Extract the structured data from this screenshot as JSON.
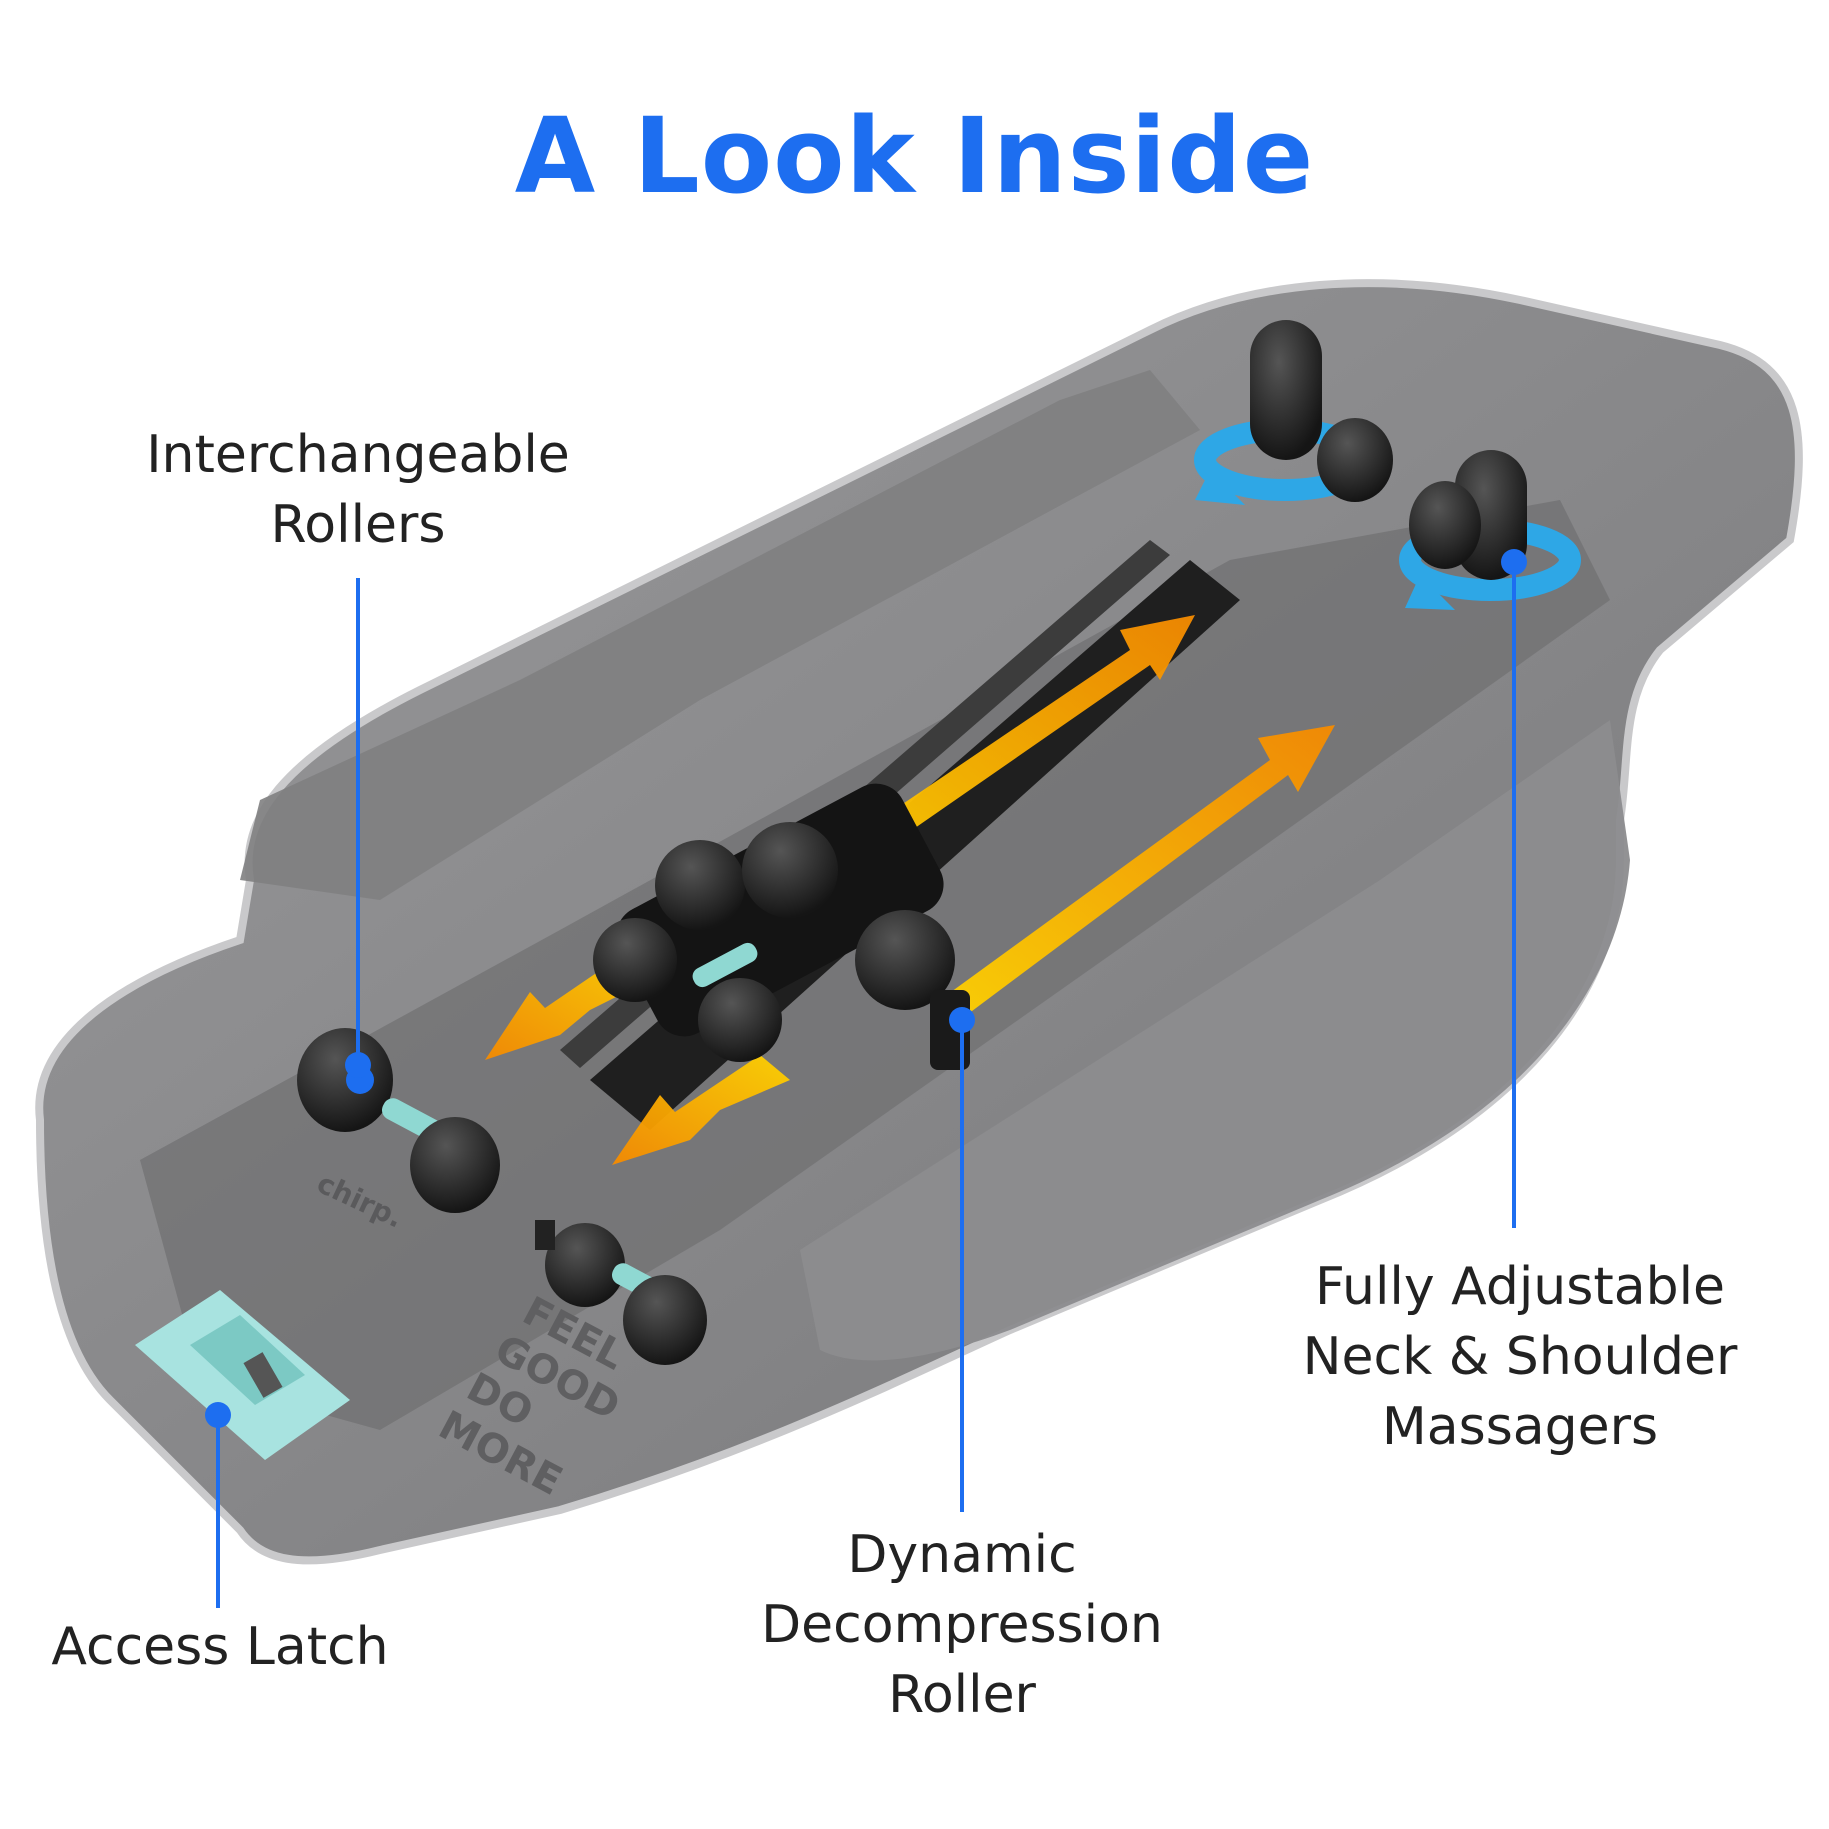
{
  "title": "A Look Inside",
  "colors": {
    "title": "#1d6ef0",
    "callout": "#1d6ef0",
    "label_text": "#222222",
    "device_body": "#8a8a8c",
    "arrow": "#f7a400",
    "rotation_arrow": "#2ea7e6",
    "latch": "#a8e3e0"
  },
  "labels": {
    "interchangeable_rollers": [
      "Interchangeable",
      "Rollers"
    ],
    "neck_shoulder": [
      "Fully Adjustable",
      "Neck & Shoulder",
      "Massagers"
    ],
    "decompression": [
      "Dynamic",
      "Decompression",
      "Roller"
    ],
    "access_latch": [
      "Access Latch"
    ]
  },
  "device_print": {
    "brand": "chirp.",
    "slogan": [
      "FEEL",
      "GOOD",
      "DO",
      "MORE"
    ]
  }
}
